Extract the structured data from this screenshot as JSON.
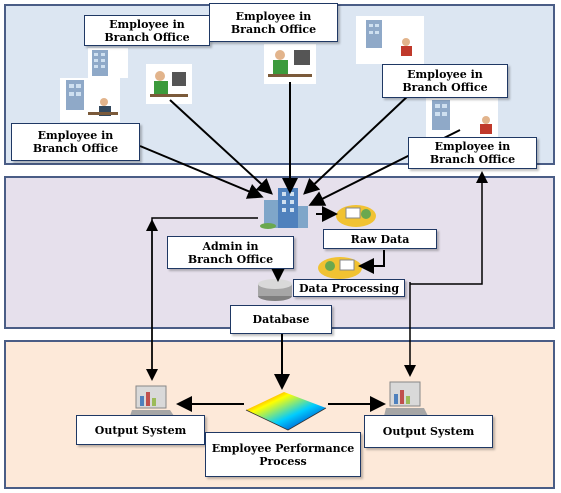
{
  "labels": {
    "emp1": "Employee in\nBranch Office",
    "emp2": "Employee in\nBranch Office",
    "emp3": "Employee in\nBranch Office",
    "emp4": "Employee in\nBranch Office",
    "emp5": "Employee in\nBranch Office",
    "admin": "Admin in\nBranch Office",
    "raw_data": "Raw Data",
    "data_processing": "Data Processing",
    "database": "Database",
    "output_left": "Output System",
    "output_right": "Output System",
    "performance": "Employee Performance\nProcess"
  },
  "icons": {
    "branch_office": "office-worker-building-icon",
    "admin": "office-building-icon",
    "raw_data": "raw-data-icon",
    "data_processing": "data-processing-icon",
    "database": "database-cylinder-icon",
    "output": "laptop-chart-icon",
    "performance": "3d-surface-plot-icon"
  },
  "colors": {
    "top_panel": "#dce6f2",
    "middle_panel": "#e6e0ec",
    "bottom_panel": "#fde9d9",
    "panel_border": "#4a5d86"
  }
}
